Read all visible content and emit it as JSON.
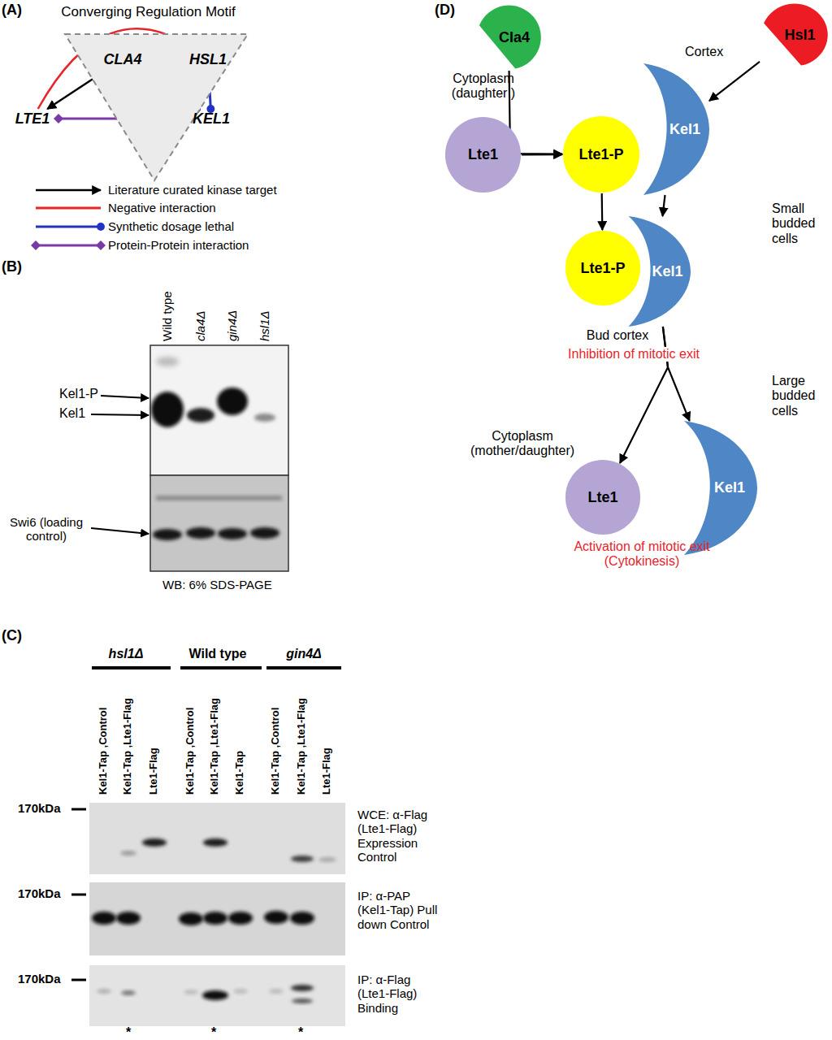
{
  "diagram": {
    "nodes": [
      {
        "text": [
          "Converging Regulation Motif"
        ]
      },
      {
        "text": [
          "CLA4"
        ],
        "in": 0
      },
      {
        "text": [
          "HSL1"
        ],
        "in": 0
      },
      {
        "text": [
          "LTE1"
        ]
      },
      {
        "text": [
          "KEL1"
        ],
        "in": 0
      },
      {
        "text": [
          "Cla4"
        ]
      },
      {
        "text": [
          "Hsl1"
        ]
      },
      {
        "text": [
          "Lte1"
        ]
      },
      {
        "text": [
          "Lte1-P"
        ]
      },
      {
        "text": [
          "Kel1"
        ]
      },
      {
        "text": [
          "Lte1-P"
        ]
      },
      {
        "text": [
          "Kel1"
        ]
      },
      {
        "text": [
          "Lte1"
        ]
      },
      {
        "text": [
          "Kel1"
        ]
      }
    ],
    "edges": [
      {
        "from": 1,
        "to": 3,
        "arrow": "to"
      },
      {
        "from": 1,
        "to": 2,
        "arrow": "none"
      },
      {
        "from": 2,
        "to": 3,
        "arrow": "none"
      },
      {
        "from": 1,
        "to": 4,
        "arrow": "to"
      },
      {
        "from": 2,
        "to": 4,
        "arrow": "to"
      },
      {
        "from": 3,
        "to": 4,
        "arrow": "both"
      },
      {
        "from": 5,
        "to": 8,
        "arrow": "to"
      },
      {
        "from": 7,
        "to": 8,
        "arrow": "to"
      },
      {
        "from": 6,
        "to": 9,
        "arrow": "to"
      },
      {
        "from": 8,
        "to": 10,
        "arrow": "to"
      },
      {
        "from": 9,
        "to": 11,
        "arrow": "to"
      },
      {
        "from": 11,
        "to": 12,
        "arrow": "to"
      },
      {
        "from": 11,
        "to": 13,
        "arrow": "to"
      }
    ],
    "labels": [
      "(A)",
      "(B)",
      "(C)",
      "(D)",
      "Wild type",
      "cla4Δ",
      "gin4Δ",
      "hsl1Δ",
      "Kel1-P",
      "Kel1",
      "Swi6 (loading control)",
      "WB: 6% SDS-PAGE",
      "hsl1Δ",
      "Wild type",
      "gin4Δ",
      "Kel1-Tap ,Control",
      "Kel1-Tap ,Lte1-Flag",
      "Lte1-Flag",
      "Kel1-Tap ,Control",
      "Kel1-Tap ,Lte1-Flag",
      "Kel1-Tap",
      "Kel1-Tap ,Control",
      "Kel1-Tap ,Lte1-Flag",
      "Lte1-Flag",
      "170kDa",
      "170kDa",
      "170kDa",
      "WCE: α-Flag (Lte1-Flag) Expression Control",
      "IP: α-PAP (Kel1-Tap) Pull down Control",
      "IP: α-Flag (Lte1-Flag) Binding",
      "*",
      "*",
      "*",
      "Cytoplasm (daughter )",
      "Cortex",
      "Small budded cells",
      "Bud cortex",
      "Inhibition of mitotic exit",
      "Large budded cells",
      "Cytoplasm (mother/daughter)",
      "Activation of mitotic exit (Cytokinesis)"
    ],
    "legend": [
      {
        "text": "Literature curated kinase target"
      },
      {
        "text": "Negative interaction"
      },
      {
        "text": "Synthetic dosage lethal"
      },
      {
        "text": "Protein-Protein interaction"
      }
    ]
  }
}
